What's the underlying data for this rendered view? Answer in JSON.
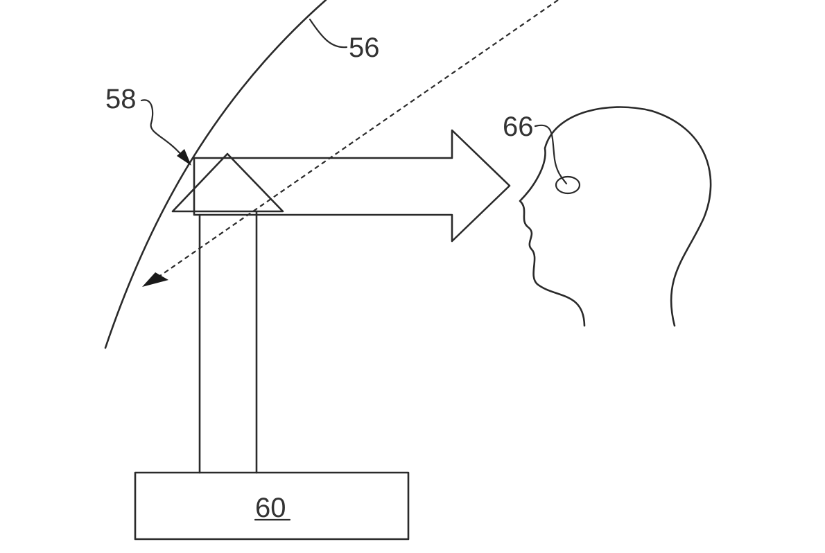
{
  "figure": {
    "labels": {
      "windshield": "56",
      "combiner": "58",
      "projector": "60",
      "eye": "66"
    },
    "colors": {
      "line": "#2a2a2a",
      "text": "#333333",
      "background": "#ffffff"
    }
  }
}
